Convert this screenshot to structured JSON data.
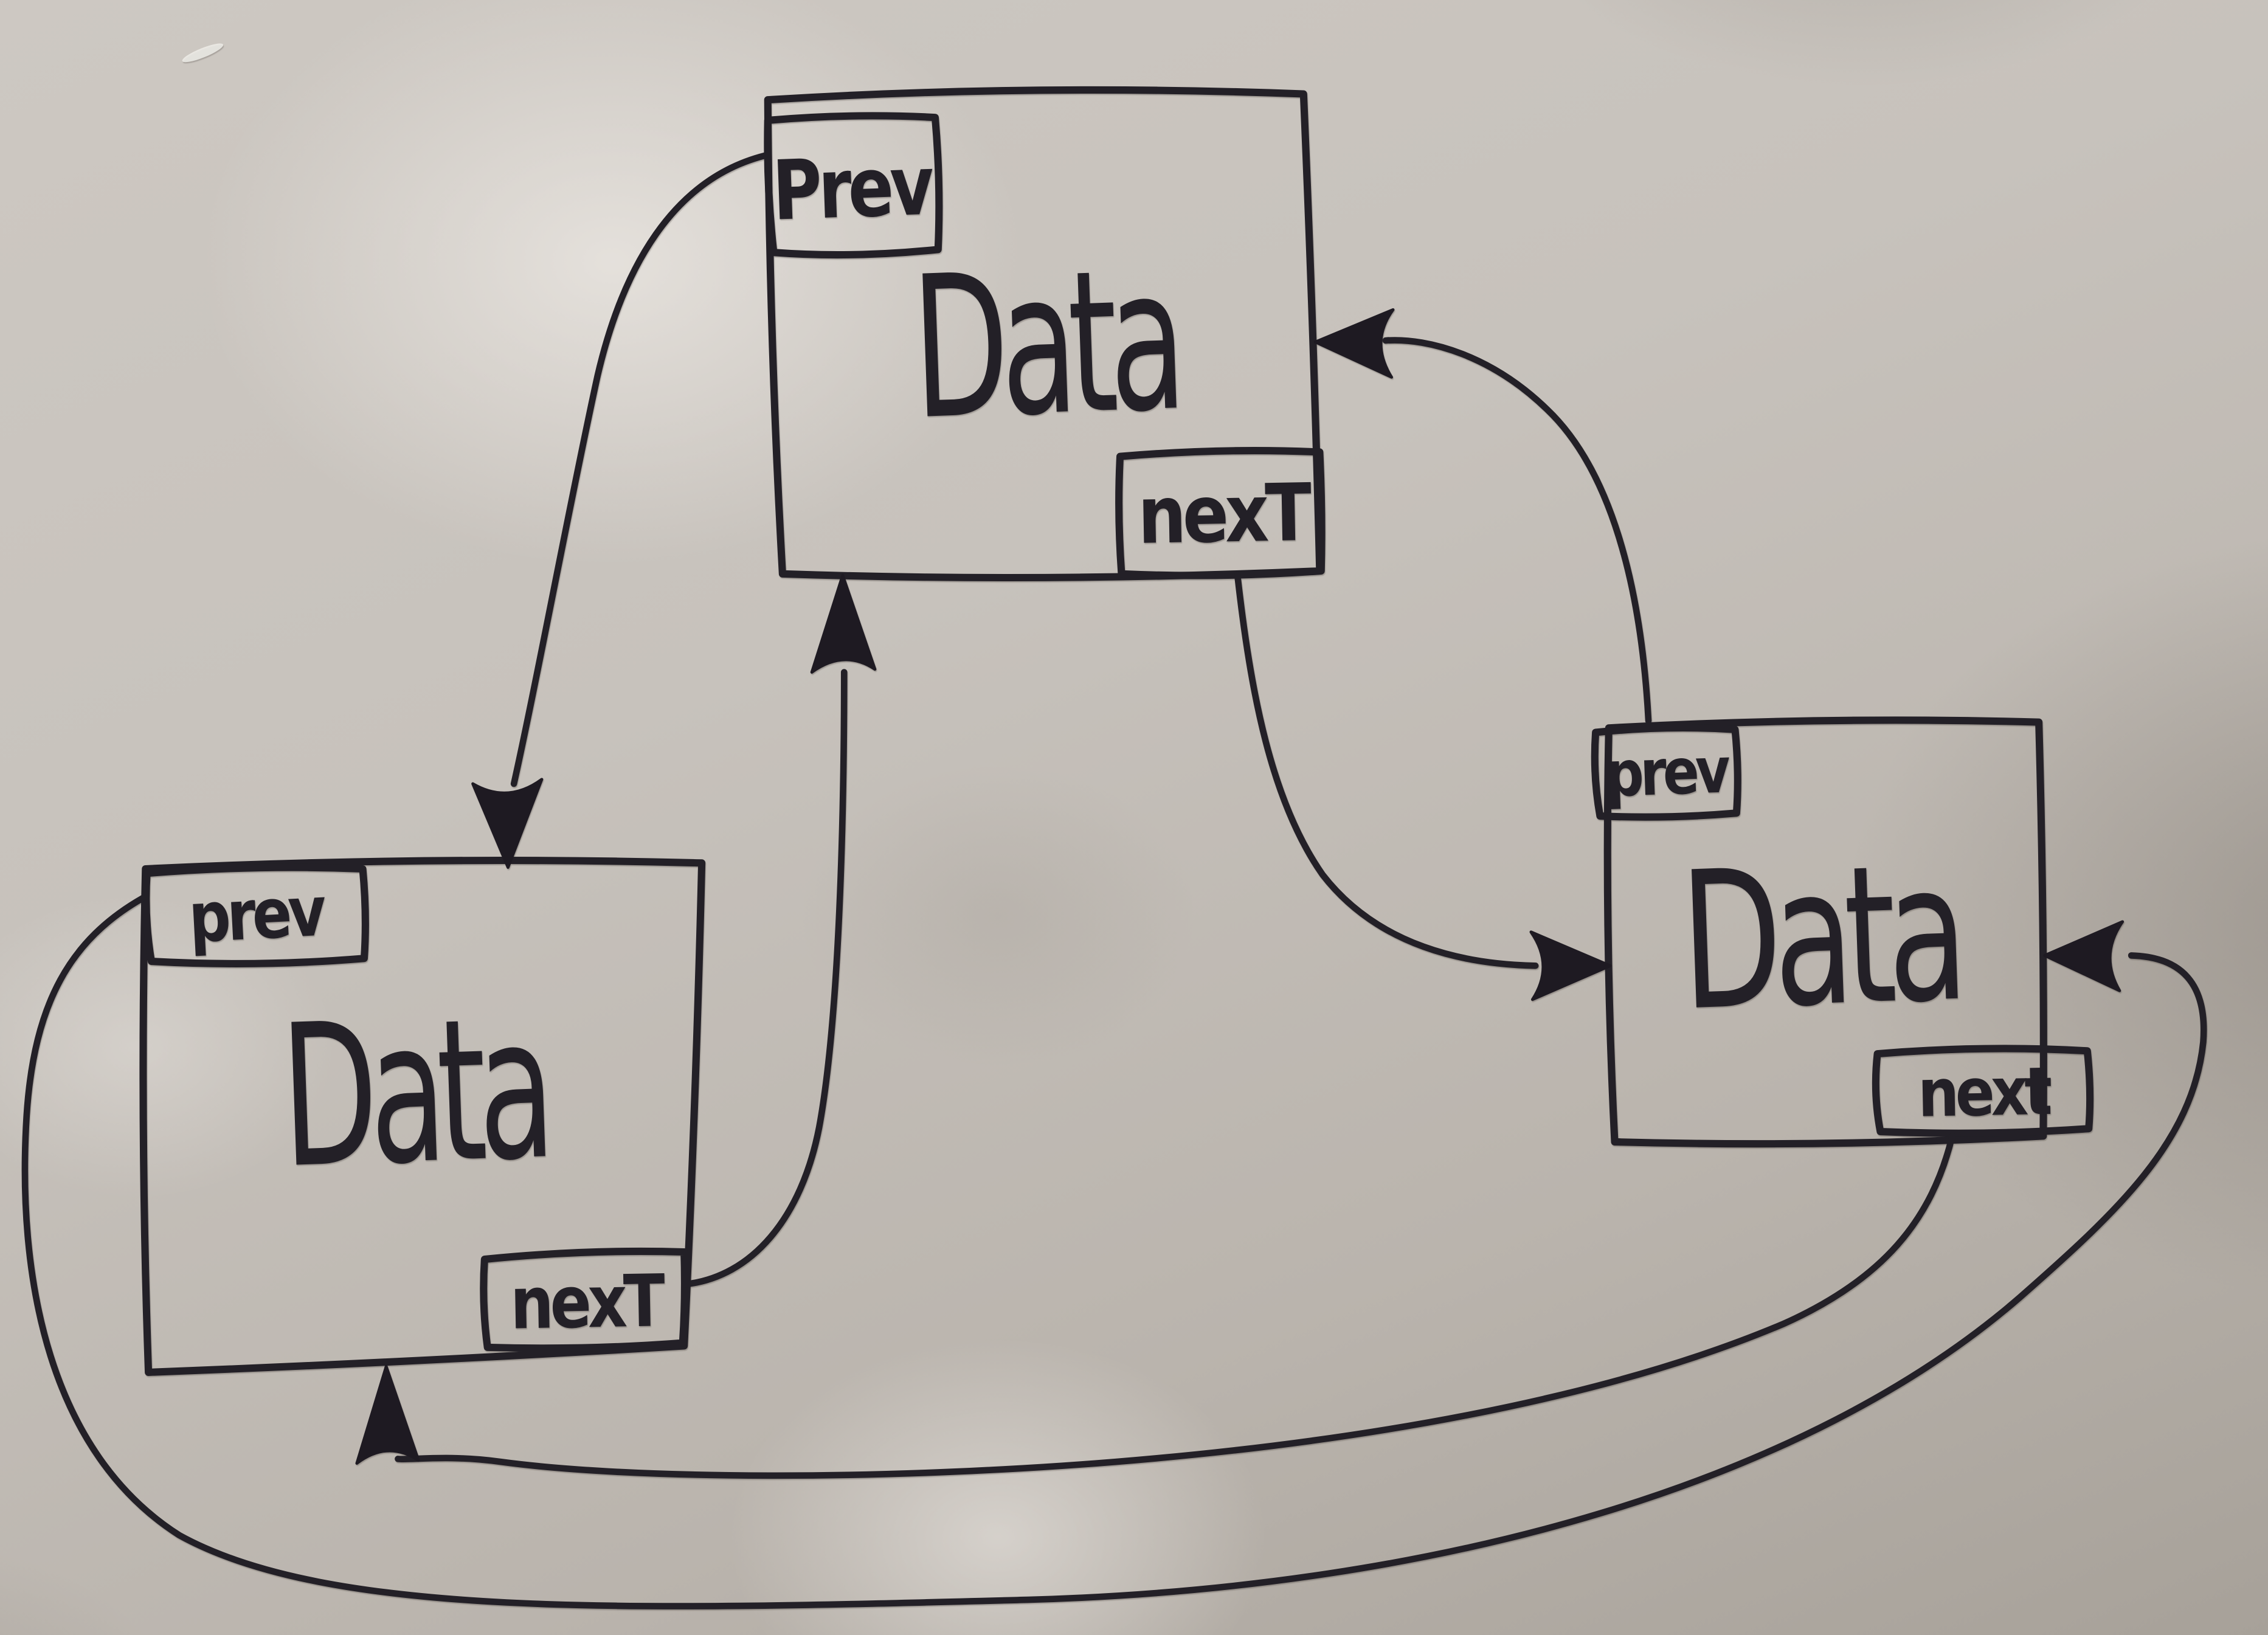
{
  "diagram": {
    "kind": "hand-drawn marker sketch on paper",
    "subject": "circular doubly linked list with three nodes",
    "colors": {
      "ink": "#232027",
      "arrowhead": "#1e1a22",
      "paper": "#c4bfb8",
      "paper_highlight": "#e2ded9",
      "paper_shadow": "#a7a199"
    },
    "nodes": [
      {
        "id": "top",
        "prev_label": "Prev",
        "data_label": "Data",
        "next_label": "nexT"
      },
      {
        "id": "left",
        "prev_label": "prev",
        "data_label": "Data",
        "next_label": "nexT"
      },
      {
        "id": "right",
        "prev_label": "prev",
        "data_label": "Data",
        "next_label": "next"
      }
    ],
    "edges": [
      {
        "id": "top-prev-to-left",
        "from": "top.prev",
        "to": "left",
        "arrow_enters": "top edge of left node"
      },
      {
        "id": "left-next-to-top",
        "from": "left.next",
        "to": "top",
        "arrow_enters": "bottom edge of top node"
      },
      {
        "id": "top-next-to-right",
        "from": "top.next",
        "to": "right",
        "arrow_enters": "left edge of right node"
      },
      {
        "id": "right-prev-to-top",
        "from": "right.prev",
        "to": "top",
        "arrow_enters": "right edge of top node"
      },
      {
        "id": "right-next-to-left",
        "from": "right.next",
        "to": "left",
        "arrow_enters": "bottom edge of left node"
      },
      {
        "id": "left-prev-to-right",
        "from": "left.prev",
        "to": "right",
        "arrow_enters": "right edge of right node"
      }
    ]
  }
}
